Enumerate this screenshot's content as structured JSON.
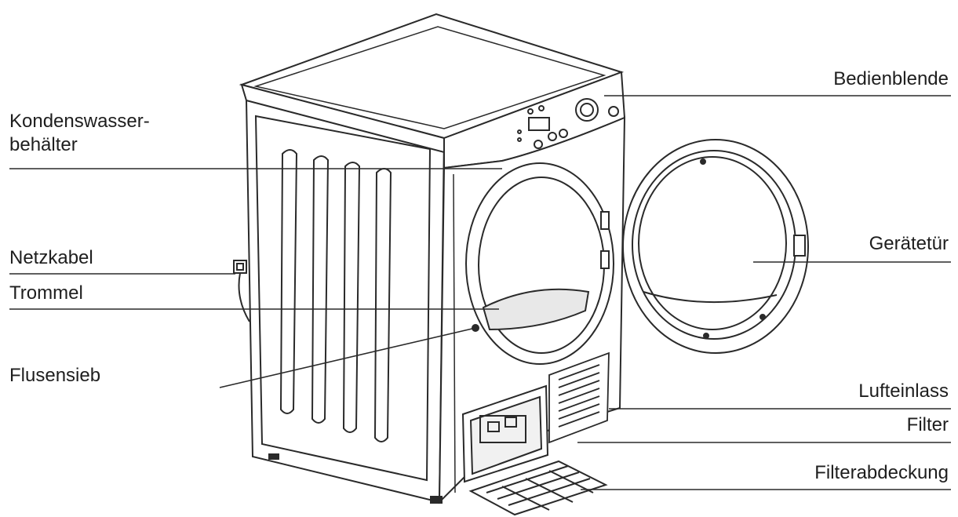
{
  "labels": {
    "kondenswasser_line1": "Kondenswasser-",
    "kondenswasser_line2": "behälter",
    "netzkabel": "Netzkabel",
    "trommel": "Trommel",
    "flusensieb": "Flusensieb",
    "bedienblende": "Bedienblende",
    "geraetetuer": "Gerätetür",
    "lufteinlass": "Lufteinlass",
    "filter": "Filter",
    "filterabdeckung": "Filterabdeckung"
  },
  "colors": {
    "ink": "#1e1e1e",
    "line": "#2a2a2a",
    "watermark": "#e9e9e9"
  }
}
